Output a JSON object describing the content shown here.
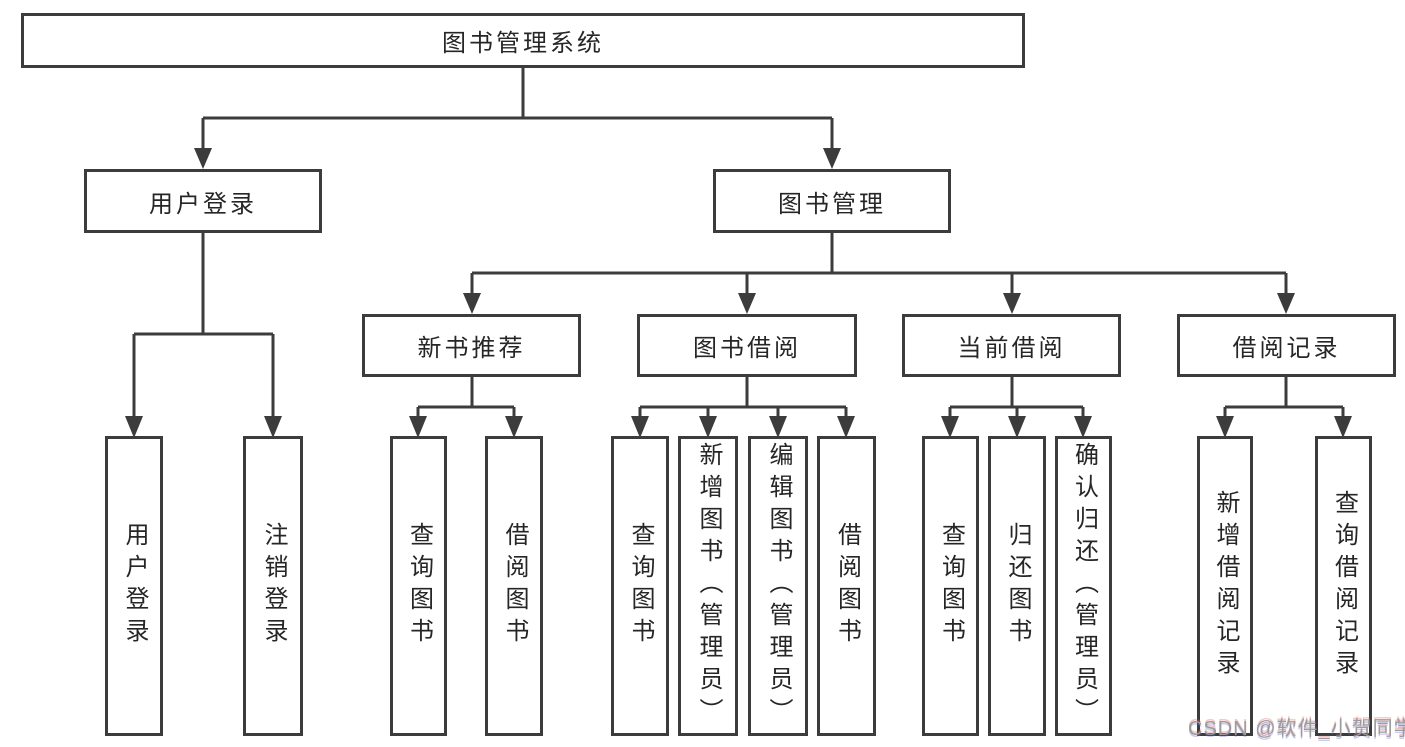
{
  "diagram_type": "hierarchy-tree",
  "tree": {
    "label": "图书管理系统",
    "children": [
      {
        "label": "用户登录",
        "children": [
          {
            "label": "用户登录"
          },
          {
            "label": "注销登录"
          }
        ]
      },
      {
        "label": "图书管理",
        "children": [
          {
            "label": "新书推荐",
            "children": [
              {
                "label": "查询图书"
              },
              {
                "label": "借阅图书"
              }
            ]
          },
          {
            "label": "图书借阅",
            "children": [
              {
                "label": "查询图书"
              },
              {
                "label": "新增图书（管理员）"
              },
              {
                "label": "编辑图书（管理员）"
              },
              {
                "label": "借阅图书"
              }
            ]
          },
          {
            "label": "当前借阅",
            "children": [
              {
                "label": "查询图书"
              },
              {
                "label": "归还图书"
              },
              {
                "label": "确认归还（管理员）"
              }
            ]
          },
          {
            "label": "借阅记录",
            "children": [
              {
                "label": "新增借阅记录"
              },
              {
                "label": "查询借阅记录"
              }
            ]
          }
        ]
      }
    ]
  },
  "watermark": {
    "text": "CSDN @软件_小贺同学"
  },
  "colors": {
    "connector": "#3c3c3c",
    "node_border": "#3c3c3c",
    "node_text": "#262626",
    "background": "#ffffff",
    "watermark_text": "#9b9b9b"
  }
}
